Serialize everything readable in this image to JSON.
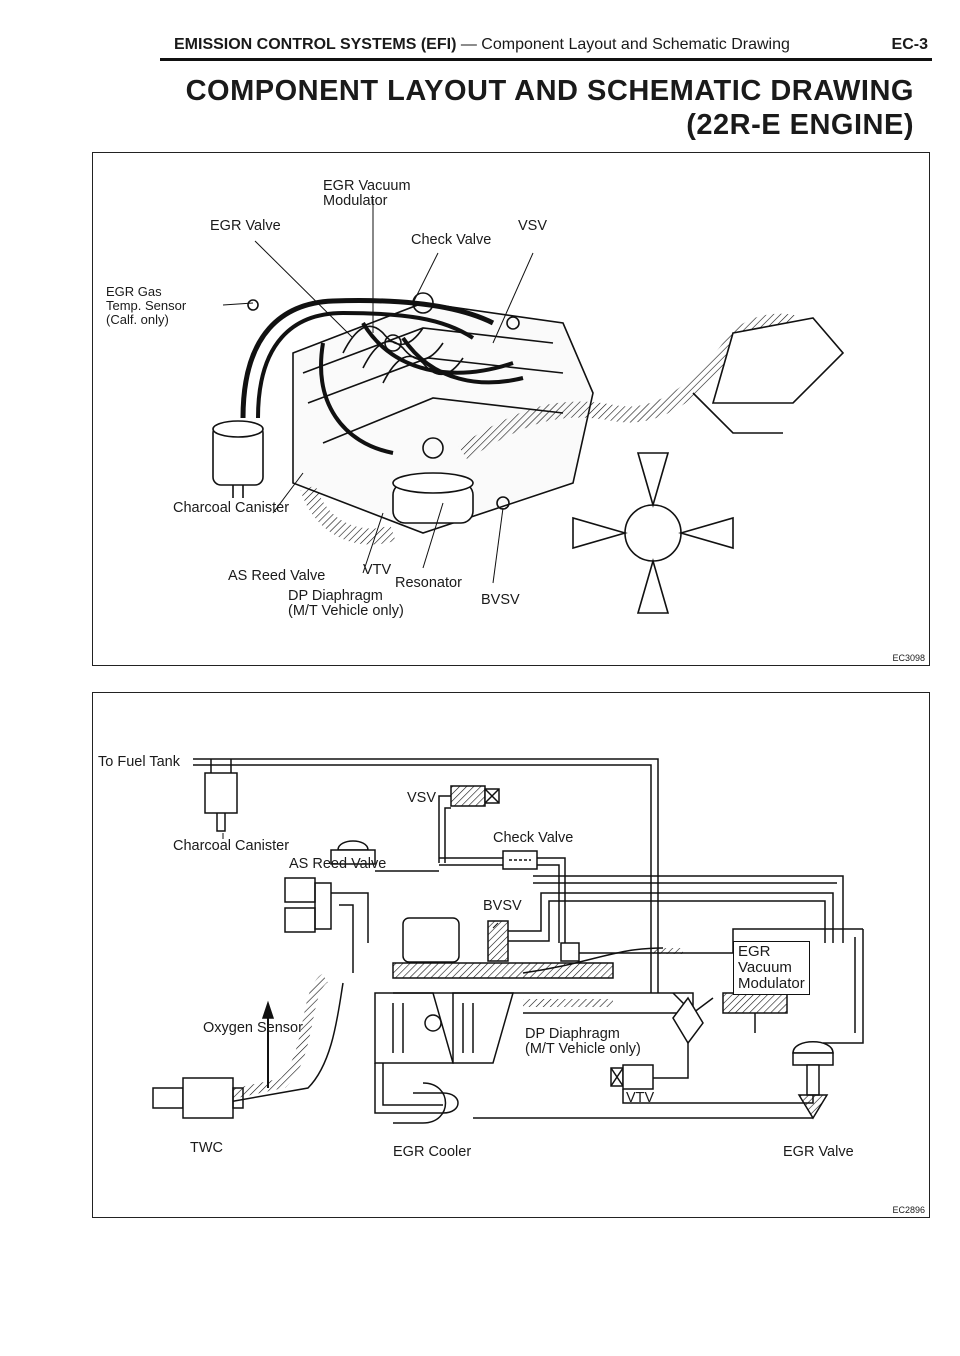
{
  "header": {
    "section": "EMISSION CONTROL SYSTEMS (EFI)",
    "dash": " — ",
    "subsection": "Component Layout and Schematic Drawing",
    "page": "EC-3"
  },
  "title": {
    "line1": "COMPONENT LAYOUT AND SCHEMATIC DRAWING",
    "line2": "(22R-E ENGINE)"
  },
  "layout_panel": {
    "code": "EC3098",
    "labels": {
      "egr_vacuum_modulator": "EGR Vacuum\nModulator",
      "egr_valve": "EGR Valve",
      "check_valve": "Check Valve",
      "vsv": "VSV",
      "egr_gas_temp_sensor": "EGR Gas\nTemp. Sensor\n(Calf. only)",
      "charcoal_canister": "Charcoal Canister",
      "as_reed_valve": "AS Reed Valve",
      "vtv": "VTV",
      "resonator": "Resonator",
      "dp_diaphragm": "DP Diaphragm\n(M/T Vehicle only)",
      "bvsv": "BVSV"
    }
  },
  "schematic_panel": {
    "code": "EC2896",
    "labels": {
      "to_fuel_tank": "To Fuel Tank",
      "vsv": "VSV",
      "charcoal_canister": "Charcoal Canister",
      "check_valve": "Check Valve",
      "as_reed_valve": "AS Reed Valve",
      "bvsv": "BVSV",
      "egr_vacuum_modulator": "EGR\nVacuum\nModulator",
      "oxygen_sensor": "Oxygen Sensor",
      "dp_diaphragm": "DP Diaphragm\n(M/T Vehicle only)",
      "vtv": "VTV",
      "twc": "TWC",
      "egr_cooler": "EGR Cooler",
      "egr_valve": "EGR Valve"
    }
  }
}
